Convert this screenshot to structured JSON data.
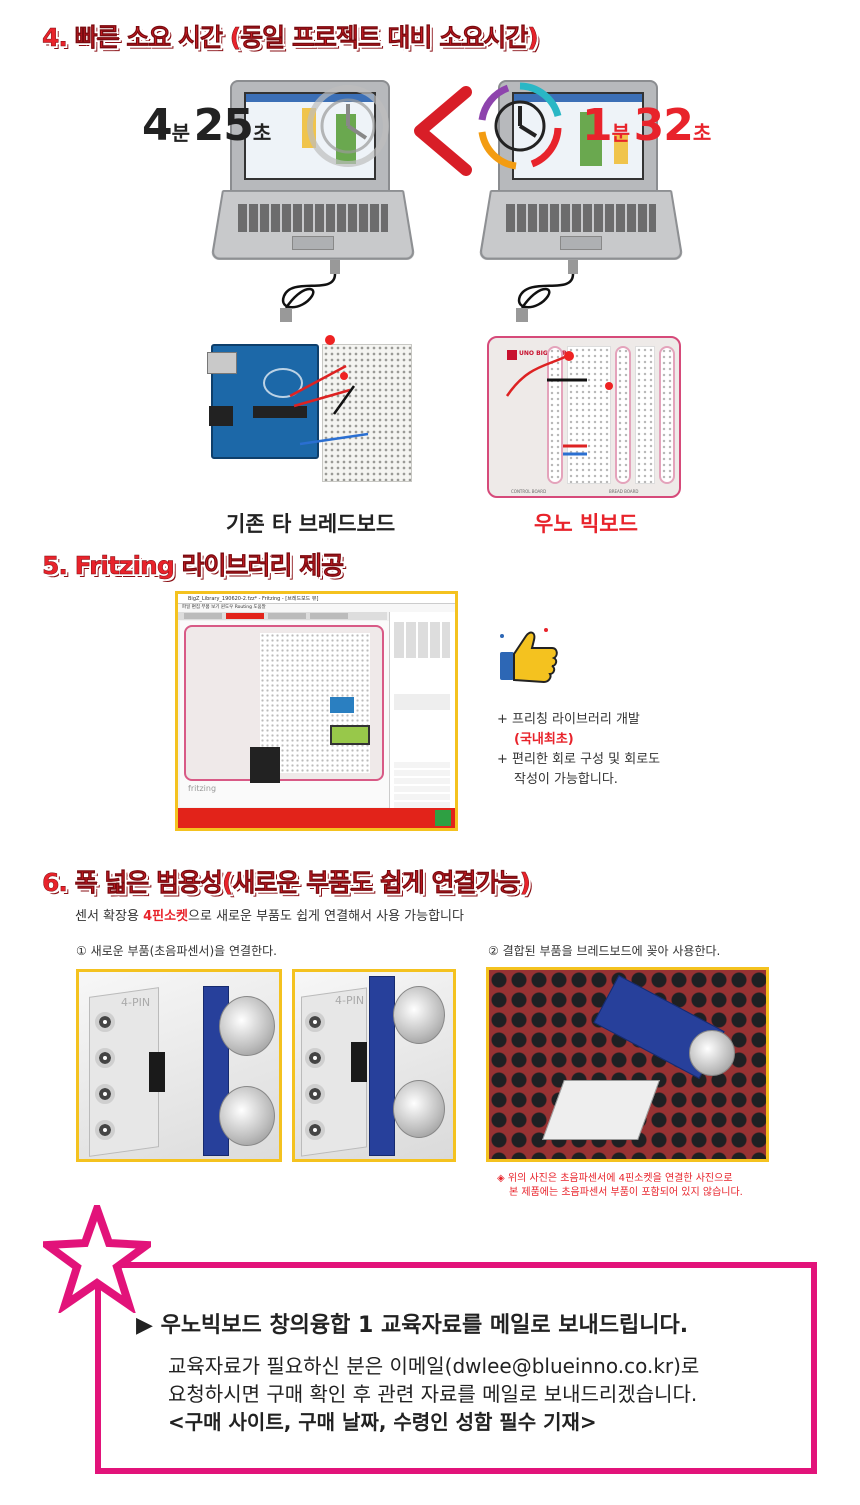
{
  "section4": {
    "title": "4. 빠른 소요 시간 (동일 프로젝트 대비 소요시간)",
    "old_time": {
      "minutes": "4",
      "minute_unit": "분",
      "seconds": "25",
      "second_unit": "초"
    },
    "new_time": {
      "minutes": "1",
      "minute_unit": "분",
      "seconds": "32",
      "second_unit": "초"
    },
    "old_label": "기존 타 브레드보드",
    "new_label": "우노 빅보드",
    "board_logo": "UNO BIGBOARD",
    "board_caption_left": "CONTROL BOARD",
    "board_caption_right": "BREAD BOARD"
  },
  "section5": {
    "title": "5. Fritzing 라이브러리 제공",
    "window_title": "BigZ_Library_190620-2.fzz* - Fritzing - [브레드보드 뷰]",
    "menu": "파일  편집  부품  보기  윈도우  Routing  도움말",
    "brand": "fritzing",
    "benefit1": "+ 프리칭 라이브러리 개발",
    "benefit1_red": "(국내최초)",
    "benefit2": "+ 편리한 회로 구성 및 회로도",
    "benefit2b": "작성이 가능합니다."
  },
  "section6": {
    "title": "6. 폭 넓은 범용성(새로운 부품도 쉽게 연결가능)",
    "desc_before": "센서 확장용 ",
    "desc_red": "4핀소켓",
    "desc_after": "으로 새로운 부품도 쉽게 연결해서 사용 가능합니다",
    "step1": "① 새로운 부품(초음파센서)을 연결한다.",
    "step2": "② 결합된 부품을 브레드보드에 꽂아 사용한다.",
    "pin_label": "4-PIN",
    "note1": "◈ 위의 사진은 초음파센서에 4핀소켓을  연결한 사진으로",
    "note2": "본 제품에는 초음파센서 부품이 포함되어 있지 않습니다."
  },
  "contact": {
    "headline": "▶ 우노빅보드 창의융합 1 교육자료를 메일로 보내드립니다.",
    "line1": "교육자료가 필요하신 분은 이메일(dwlee@blueinno.co.kr)로",
    "line2": "요청하시면 구매 확인 후 관련 자료를 메일로 보내드리겠습니다.",
    "line3": "<구매 사이트, 구매 날짜, 수령인 성함 필수 기재>"
  },
  "colors": {
    "accent_red": "#e8232b",
    "frame_yellow": "#f4c21f",
    "box_magenta": "#e2137a"
  }
}
